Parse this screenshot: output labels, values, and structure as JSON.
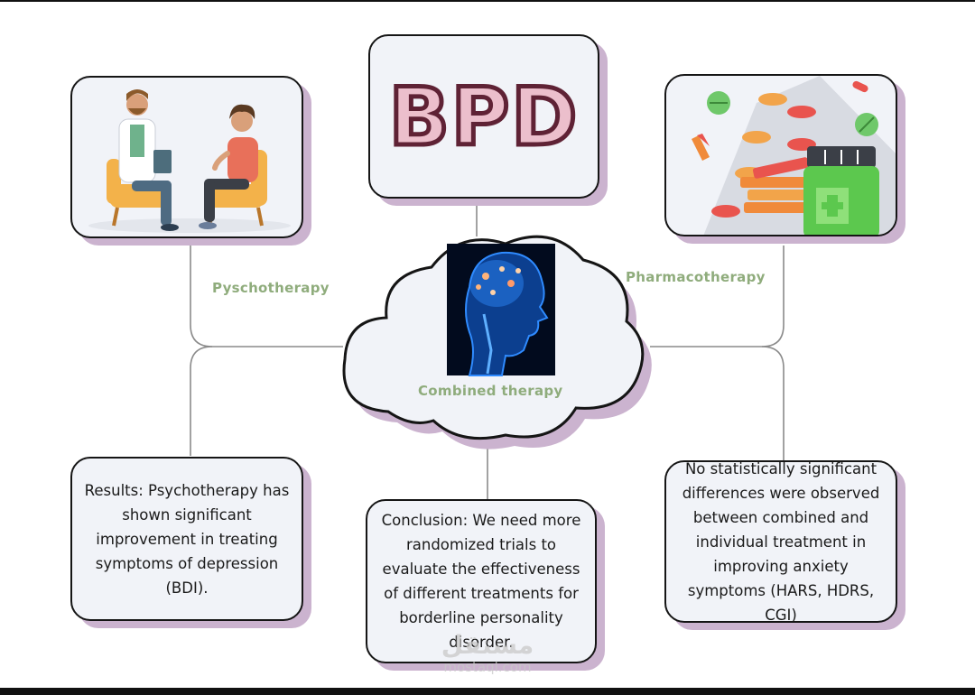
{
  "title": "BPD",
  "branches": {
    "left_label": "Pyschotherapy",
    "right_label": "Pharmacotherapy",
    "center_label": "Combined therapy"
  },
  "findings": {
    "left": "Results: Psychotherapy has shown significant improvement in treating symptoms of depression (BDI).",
    "center": "Conclusion: We need more randomized trials to evaluate the effectiveness of different treatments for borderline personality disorder.",
    "right": "No statistically significant differences were observed between combined and individual treatment in improving anxiety symptoms (HARS, HDRS, CGI)"
  },
  "watermark": {
    "logo": "مستقل",
    "url": "mostaql.com"
  },
  "colors": {
    "label_green": "#8fac7c",
    "card_fill": "#f1f3f8",
    "card_shadow": "#cbb3cf",
    "bpd_fill": "#ecbfcc",
    "bpd_stroke": "#5f2235",
    "brain_glow": "#2f8bff"
  }
}
